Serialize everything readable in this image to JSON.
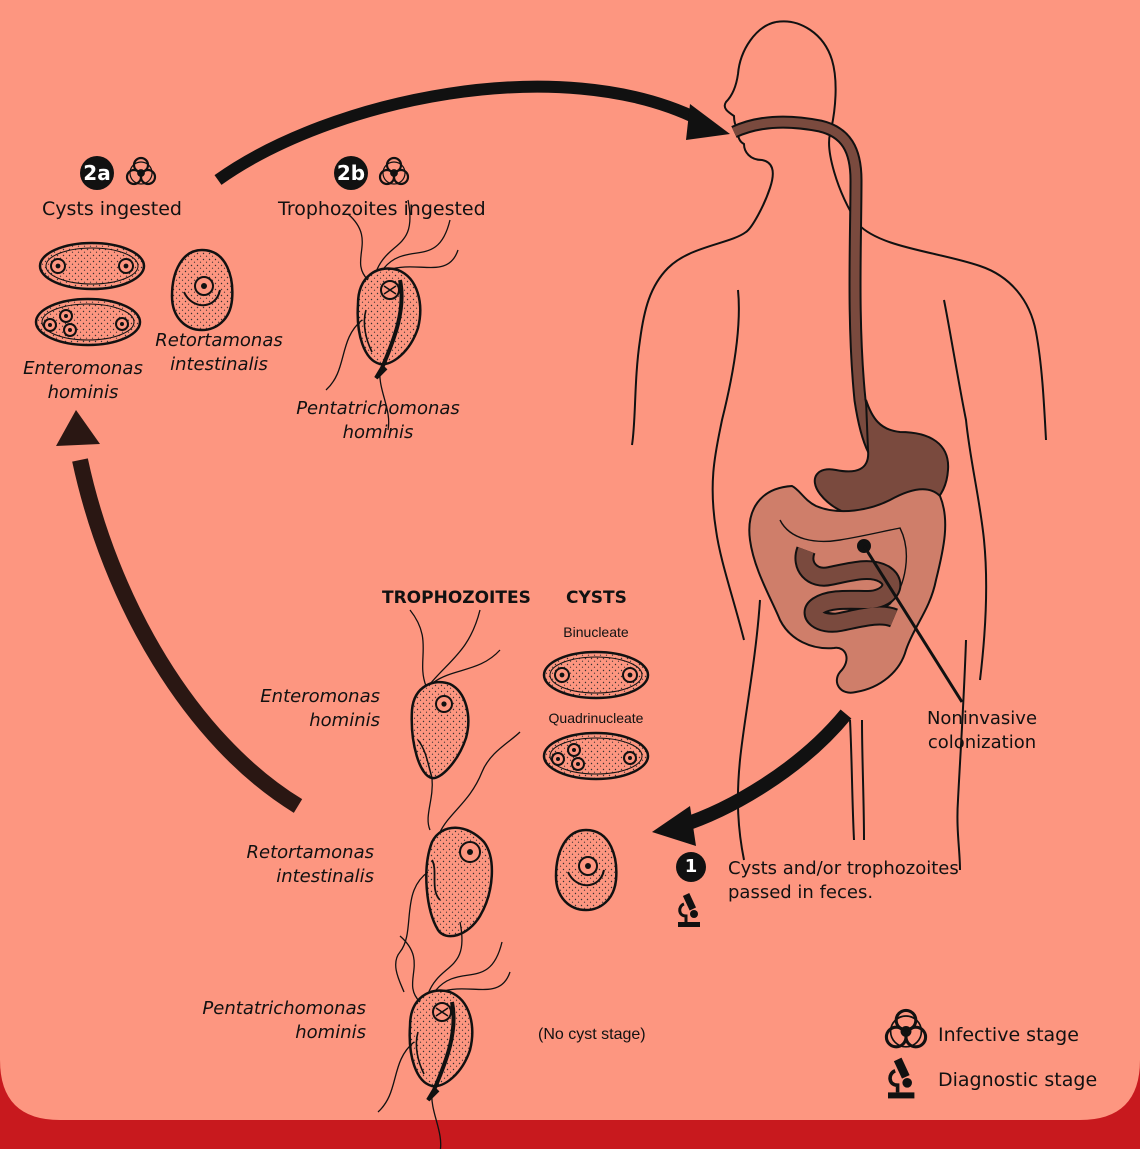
{
  "colors": {
    "background": "#fd9680",
    "frame": "#c8191e",
    "gut": "#7a4a3e",
    "colon": "#cf7e6a",
    "arrow": "#2a1713",
    "ink": "#111111"
  },
  "steps": {
    "s2a": {
      "badge": "2a",
      "label": "Cysts ingested",
      "icon": "biohazard-icon"
    },
    "s2b": {
      "badge": "2b",
      "label": "Trophozoites ingested",
      "icon": "biohazard-icon"
    },
    "s1": {
      "badge": "1",
      "line1": "Cysts and/or trophozoites",
      "line2": "passed in feces.",
      "icon": "microscope-icon"
    }
  },
  "organisms_top": {
    "entero_l1": "Enteromonas",
    "entero_l2": "hominis",
    "retort_l1": "Retortamonas",
    "retort_l2": "intestinalis",
    "penta_l1": "Pentatrichomonas",
    "penta_l2": "hominis"
  },
  "table": {
    "col_troph": "TROPHOZOITES",
    "col_cysts": "CYSTS",
    "binucleate": "Binucleate",
    "quadrinucleate": "Quadrinucleate",
    "row1_l1": "Enteromonas",
    "row1_l2": "hominis",
    "row2_l1": "Retortamonas",
    "row2_l2": "intestinalis",
    "row3_l1": "Pentatrichomonas",
    "row3_l2": "hominis",
    "no_cyst": "(No cyst stage)"
  },
  "colonization": {
    "line1": "Noninvasive",
    "line2": "colonization"
  },
  "legend": {
    "infective": "Infective stage",
    "diagnostic": "Diagnostic stage"
  }
}
